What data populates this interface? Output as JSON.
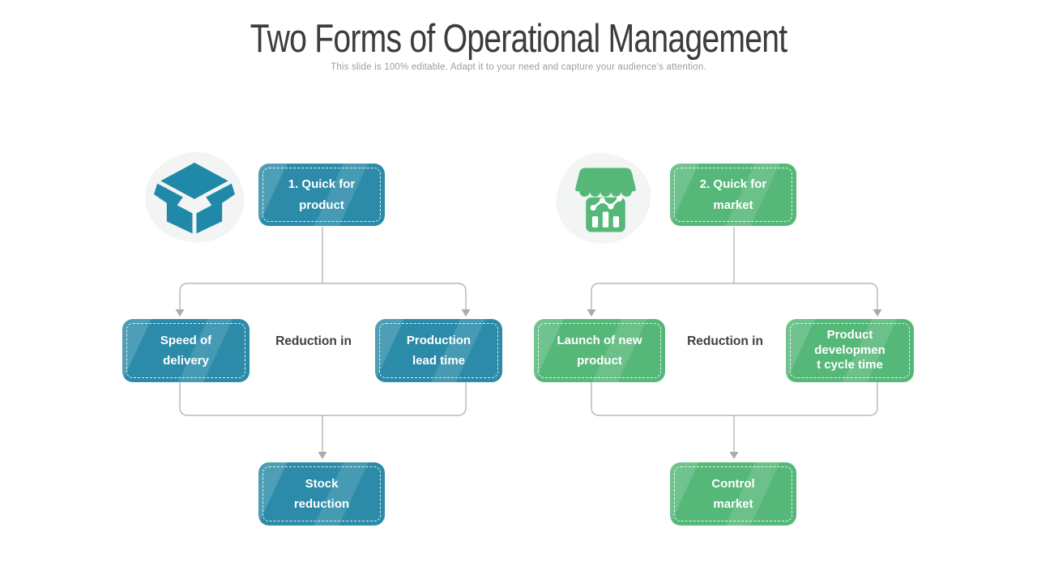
{
  "slide": {
    "title": "Two Forms of Operational Management",
    "subtitle": "This slide is 100% editable. Adapt it to your need and capture your audience's attention."
  },
  "colors": {
    "blue": "#2b8ba8",
    "green": "#55b878",
    "connector": "#ababab",
    "blob": "#f3f4f4"
  },
  "icons": {
    "left_flow": "open-box-icon",
    "right_flow": "storefront-bar-chart-icon"
  },
  "left_flow": {
    "top": "1. Quick for\nproduct",
    "relation": "Reduction in",
    "branch_left": "Speed of\ndelivery",
    "branch_right": "Production\nlead time",
    "bottom": "Stock\nreduction"
  },
  "right_flow": {
    "top": "2. Quick for\nmarket",
    "relation": "Reduction in",
    "branch_left": "Launch of new\nproduct",
    "branch_right": "Product\ndevelopmen\nt cycle time",
    "bottom": "Control\nmarket"
  }
}
